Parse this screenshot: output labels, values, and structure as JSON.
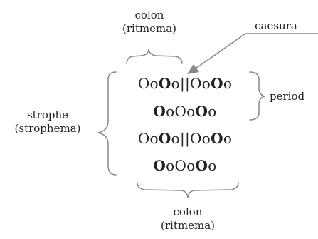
{
  "labels": {
    "colon_top_1": "colon",
    "colon_top_2": "(ritmema)",
    "caesura": "caesura",
    "strophe_1": "strophe",
    "strophe_2": "(strophema)",
    "period": "period",
    "colon_bottom_1": "colon",
    "colon_bottom_2": "(ritmema)"
  },
  "rows": [
    [
      "O",
      "o",
      "O!",
      "o",
      "||",
      "O",
      "o",
      "O!",
      "o"
    ],
    [
      "O!",
      "o",
      "O",
      "o",
      "O!",
      "o"
    ],
    [
      "O",
      "o",
      "O!",
      "o",
      "||",
      "O",
      "o",
      "O!",
      "o"
    ],
    [
      "O!",
      "o",
      "O",
      "o",
      "O!",
      "o"
    ]
  ],
  "colors": {
    "text": "#222222",
    "brace": "#888888"
  }
}
